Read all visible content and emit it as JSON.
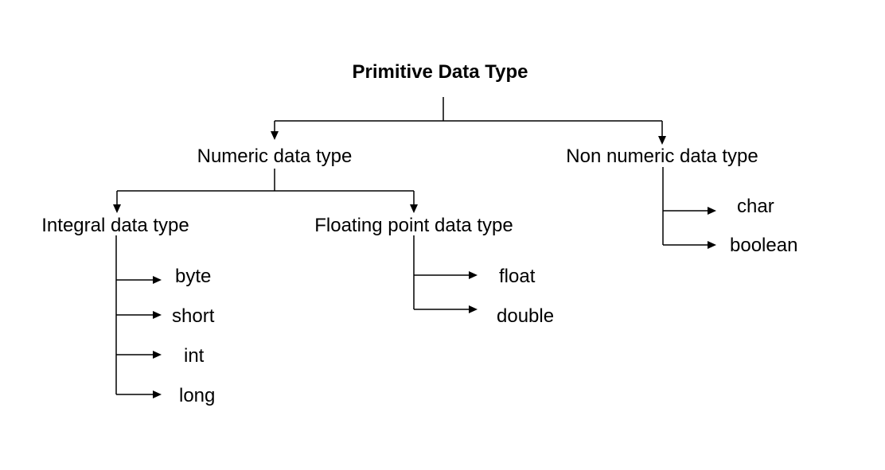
{
  "diagram": {
    "root": "Primitive Data Type",
    "numeric": "Numeric data type",
    "non_numeric": "Non numeric data type",
    "integral": "Integral data type",
    "floating": "Floating point data type",
    "integral_types": [
      "byte",
      "short",
      "int",
      "long"
    ],
    "floating_types": [
      "float",
      "double"
    ],
    "non_numeric_types": [
      "char",
      "boolean"
    ]
  }
}
